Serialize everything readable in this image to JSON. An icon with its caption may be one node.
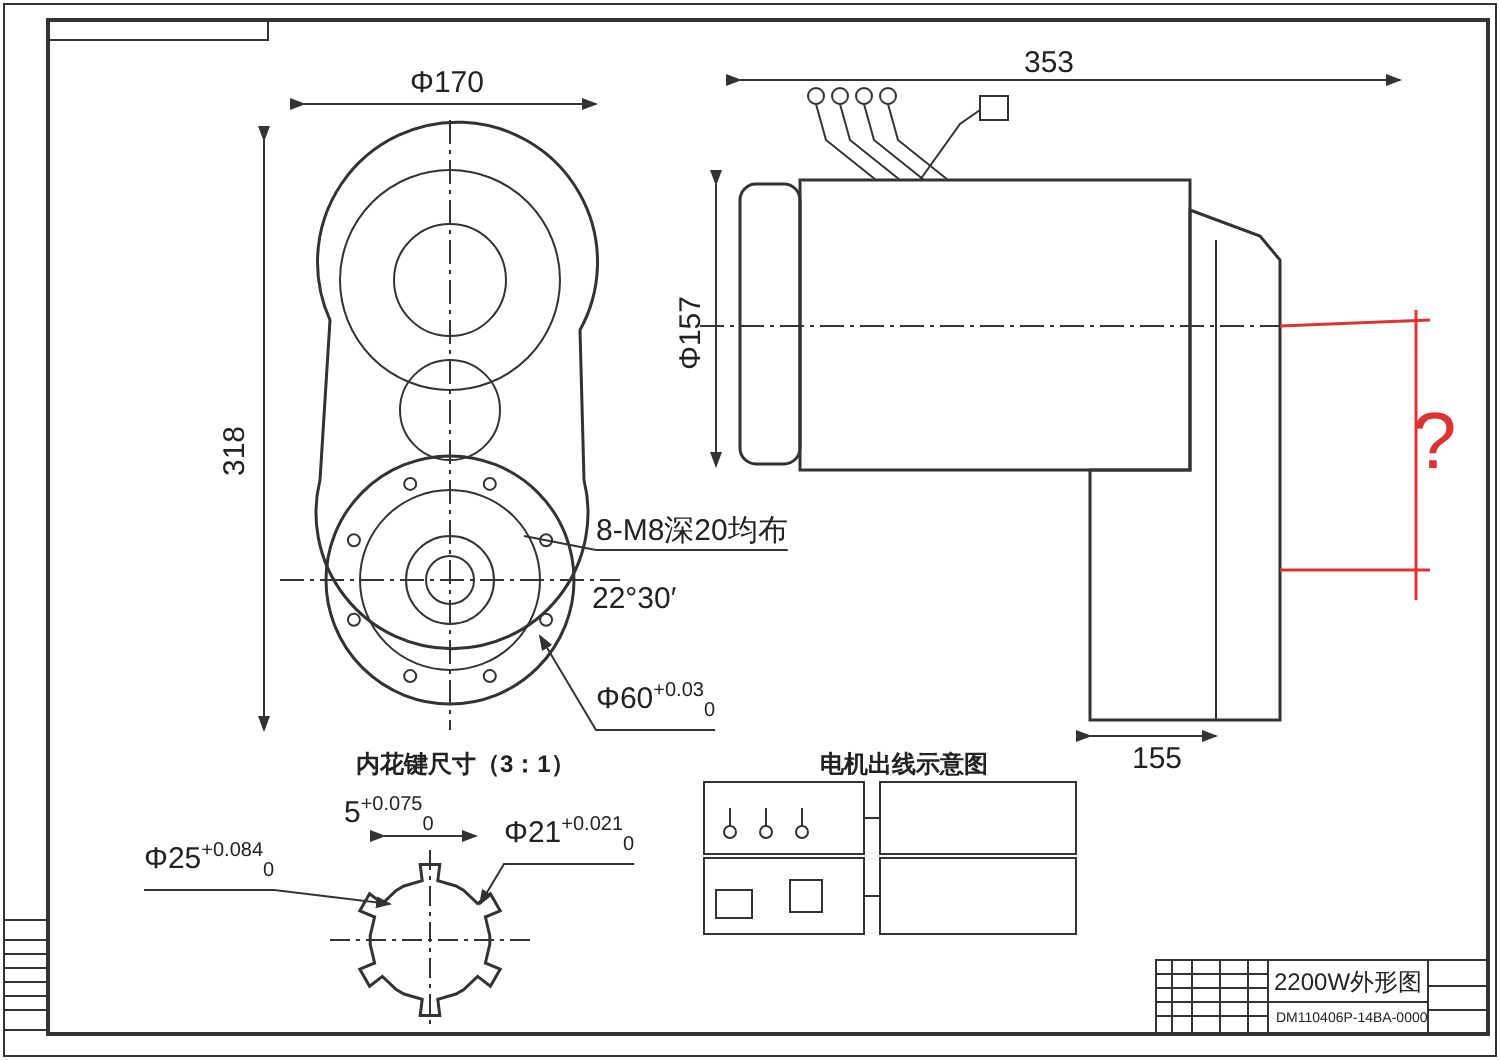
{
  "diagram": {
    "title": "2200W外形图",
    "nodes": [
      {
        "text": [
          "8-M8深20均布"
        ]
      },
      {
        "text": [
          "Φ60$^{+0.03}$$_{0}$"
        ]
      },
      {
        "text": [
          "Φ25$^{+0.084}$$_{0}$"
        ]
      },
      {
        "text": [
          "Φ21$^{+0.021}$$_{0}$"
        ]
      },
      {
        "text": [],
        "shape": "picture"
      },
      {
        "text": [],
        "shape": "picture"
      }
    ],
    "edges": [
      {
        "from": 0,
        "to": 4,
        "arrow": "none"
      },
      {
        "from": 1,
        "to": 4,
        "arrow": "to"
      },
      {
        "from": 2,
        "to": 5,
        "arrow": "to"
      },
      {
        "from": 3,
        "to": 5,
        "arrow": "to"
      }
    ],
    "labels": [
      "Φ170",
      "353",
      "318",
      "Φ157",
      "22°30′",
      "155",
      "?",
      "内花键尺寸（3：1）",
      "5$^{+0.075}$$_{0}$",
      "电机出线示意图",
      "DM110406P-14BA-0000"
    ]
  }
}
